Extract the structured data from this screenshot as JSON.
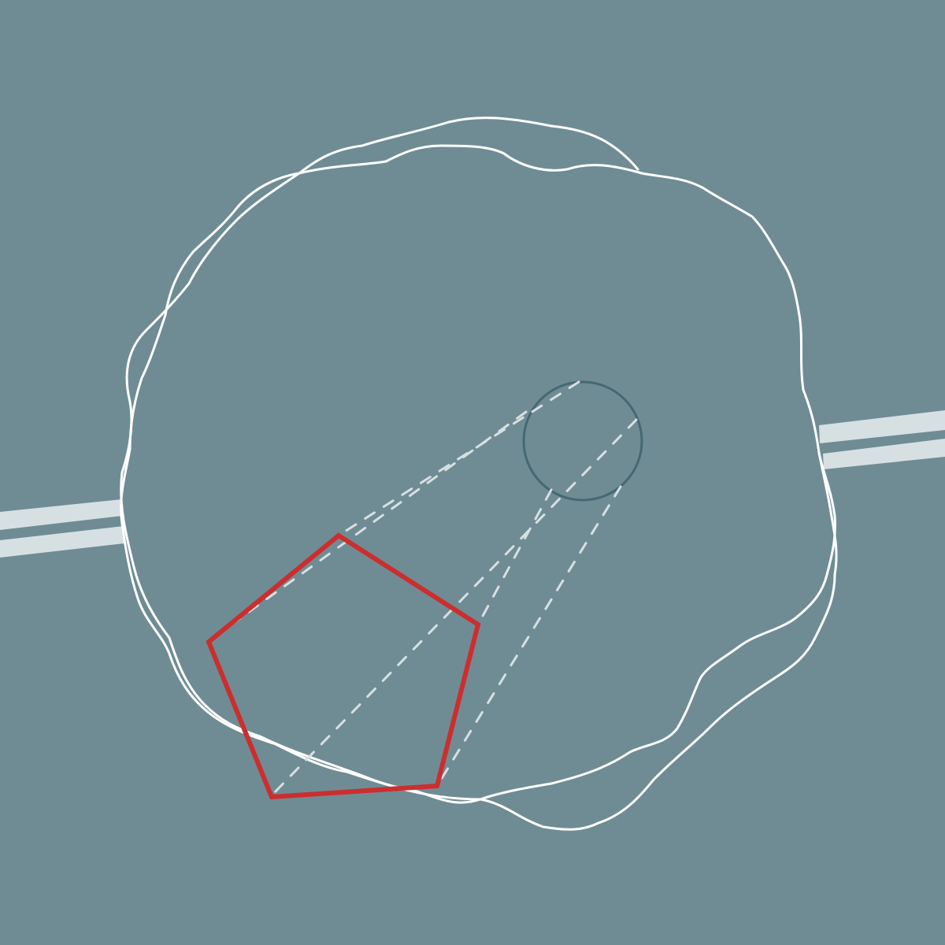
{
  "colors": {
    "background": "#6f8c94",
    "outline": "#ffffff",
    "road": "#d6e0e2",
    "pentagon": "#cc2e2e",
    "small_circle": "#456872",
    "dashes": "#d6e0e2"
  },
  "shapes": {
    "blob_count": 2,
    "pentagon_sides": 5,
    "projection_line_count": 5
  }
}
